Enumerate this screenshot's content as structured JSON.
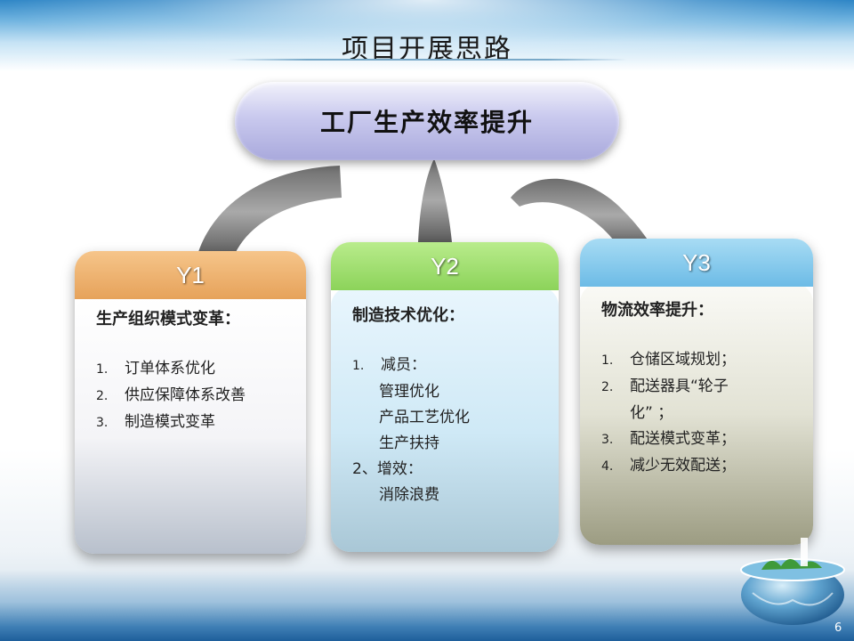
{
  "slide": {
    "title": "项目开展思路",
    "center": "工厂生产效率提升",
    "page_number": "6"
  },
  "cards": [
    {
      "header": "Y1",
      "subtitle": "生产组织模式变革：",
      "items": [
        {
          "num": "1.",
          "text": "订单体系优化"
        },
        {
          "num": "2.",
          "text": "供应保障体系改善"
        },
        {
          "num": "3.",
          "text": "制造模式变革"
        }
      ]
    },
    {
      "header": "Y2",
      "subtitle": "制造技术优化：",
      "items": [
        {
          "num": "1.",
          "text": "减员："
        },
        {
          "text": "管理优化"
        },
        {
          "text": "产品工艺优化"
        },
        {
          "text": "生产扶持"
        },
        {
          "text": "2、增效："
        },
        {
          "text": "消除浪费"
        }
      ]
    },
    {
      "header": "Y3",
      "subtitle": "物流效率提升：",
      "items": [
        {
          "num": "1.",
          "text": "仓储区域规划；"
        },
        {
          "num": "2.",
          "text": "配送器具“轮子"
        },
        {
          "text": "化”  ；"
        },
        {
          "num": "3.",
          "text": "配送模式变革；"
        },
        {
          "num": "4.",
          "text": "减少无效配送；"
        }
      ]
    }
  ],
  "colors": {
    "y1_header": "#e6a25a",
    "y2_header": "#8cd35a",
    "y3_header": "#6cbbe6",
    "center_pill": "#a9a9dc"
  }
}
